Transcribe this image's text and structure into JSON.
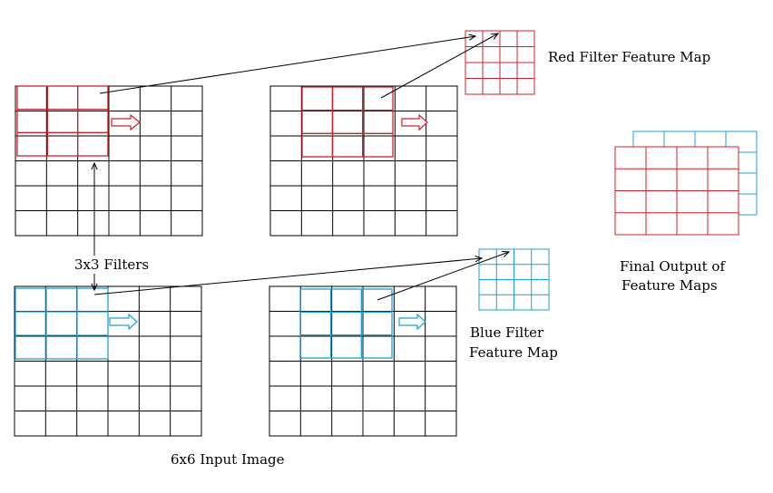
{
  "labels": {
    "red_feature_map": "Red Filter Feature Map",
    "filters": "3x3 Filters",
    "blue_feature_map_line1": "Blue Filter",
    "blue_feature_map_line2": "Feature Map",
    "final_output_line1": "Final Output of",
    "final_output_line2": "Feature Maps",
    "input_image": "6x6 Input Image"
  },
  "colors": {
    "grid": "#000000",
    "red_filter": "#d0202a",
    "blue_filter": "#1aa0d6",
    "arrow": "#000000"
  },
  "input_image": {
    "rows": 6,
    "cols": 6
  },
  "filter_size": {
    "rows": 3,
    "cols": 3
  },
  "feature_map_size": {
    "rows": 4,
    "cols": 4
  },
  "icons": [
    "hollow-right-arrow-icon"
  ]
}
